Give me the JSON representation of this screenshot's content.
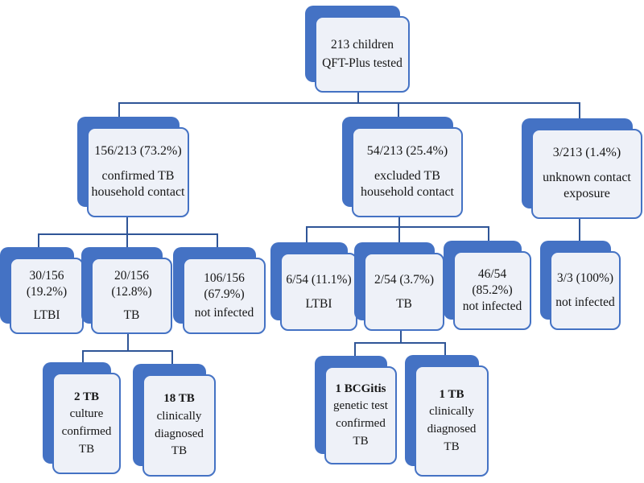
{
  "colors": {
    "background": "#FFFFFF",
    "box_fill": "#EEF1F8",
    "box_border": "#4472C4",
    "box_shadow": "#4472C4",
    "connector": "#2F5597",
    "text": "#161616"
  },
  "nodes": {
    "root": {
      "value": "213 children",
      "label": "QFT-Plus tested"
    },
    "confirmed": {
      "value": "156/213 (73.2%)",
      "label": "confirmed TB household contact"
    },
    "excluded": {
      "value": "54/213 (25.4%)",
      "label": "excluded TB household contact"
    },
    "unknown": {
      "value": "3/213 (1.4%)",
      "label": "unknown contact exposure"
    },
    "confirmedLtbi": {
      "value": "30/156 (19.2%)",
      "label": "LTBI"
    },
    "confirmedTb": {
      "value": "20/156 (12.8%)",
      "label": "TB"
    },
    "confirmedNotInfected": {
      "value": "106/156 (67.9%)",
      "label": "not infected"
    },
    "excludedLtbi": {
      "value": "6/54 (11.1%)",
      "label": "LTBI"
    },
    "excludedTb": {
      "value": "2/54 (3.7%)",
      "label": "TB"
    },
    "excludedNotInfected": {
      "value": "46/54 (85.2%)",
      "label": "not infected"
    },
    "unknownNotInfected": {
      "value": "3/3 (100%)",
      "label": "not infected"
    },
    "cultureTb": {
      "value": "2 TB",
      "label": "culture confirmed TB"
    },
    "clinicalTb": {
      "value": "18 TB",
      "label": "clinically diagnosed TB"
    },
    "bcgitis": {
      "value": "1 BCGitis",
      "label": "genetic test confirmed TB"
    },
    "clinicalTb2": {
      "value": "1 TB",
      "label": "clinically diagnosed TB"
    }
  }
}
